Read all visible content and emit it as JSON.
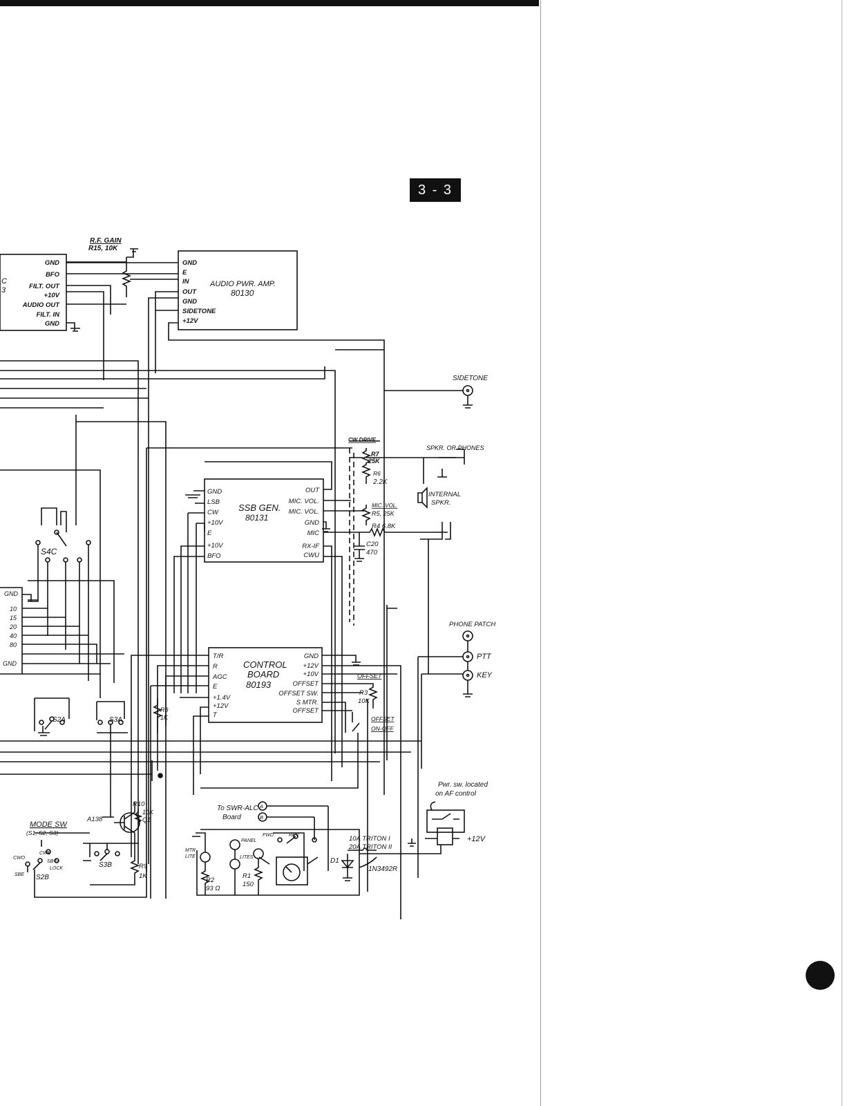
{
  "page_number": "3 - 3",
  "rf_gain": {
    "title": "R.F. GAIN",
    "value": "R15, 10K"
  },
  "left_board": {
    "tail_a": "C",
    "tail_b": "3",
    "pins": [
      "GND",
      "BFO",
      "FILT. OUT",
      "+10V",
      "AUDIO OUT",
      "FILT. IN",
      "GND"
    ]
  },
  "audio_amp": {
    "name": "AUDIO PWR. AMP.",
    "number": "80130",
    "pins": [
      "GND",
      "E",
      "IN",
      "OUT",
      "GND",
      "SIDETONE",
      "+12V"
    ]
  },
  "sidetone": "SIDETONE",
  "cw_drive": "CW DRIVE",
  "r7": [
    "R7",
    "25K"
  ],
  "r6": [
    "R6",
    "2.2K"
  ],
  "spkr_phones": "SPKR. OR PHONES",
  "internal_spkr": [
    "INTERNAL",
    "SPKR."
  ],
  "ssb_gen": {
    "name": "SSB GEN.",
    "number": "80131",
    "left_pins": [
      "GND",
      "LSB",
      "CW",
      "+10V",
      "E",
      "+10V",
      "BFO"
    ],
    "right_pins": [
      "OUT",
      "MIC. VOL.",
      "MIC. VOL.",
      "GND",
      "MIC",
      "RX-IF",
      "CWU"
    ]
  },
  "mic_vol": [
    "MIC. VOL.",
    "R5, 25K"
  ],
  "r4": "R4 6.8K",
  "c20": [
    "C20",
    "470"
  ],
  "s4c": "S4C",
  "band_board": {
    "pins": [
      "GND",
      "10",
      "15",
      "20",
      "40",
      "80",
      "GND"
    ]
  },
  "phone_patch": {
    "title": "PHONE PATCH",
    "ptt": "PTT",
    "key": "KEY"
  },
  "control_board": {
    "name_a": "CONTROL",
    "name_b": "BOARD",
    "number": "80193",
    "left_pins": [
      "T/R",
      "R",
      "AGC",
      "E",
      "+1.4V",
      "+12V",
      "T"
    ],
    "right_pins": [
      "GND",
      "+12V",
      "+10V",
      "OFFSET",
      "OFFSET SW.",
      "S MTR.",
      "OFFSET"
    ]
  },
  "offset": "OFFSET",
  "r3": [
    "R3",
    "10K"
  ],
  "offset_onoff": [
    "OFFSET",
    "ON-OFF"
  ],
  "s2a": "S2A",
  "s3a": "S3A",
  "r8": [
    "R8",
    "1K"
  ],
  "pwr_sw": [
    "Pwr. sw. located",
    "on AF control"
  ],
  "plus12v": "+12V",
  "swr_alc": [
    "To SWR-ALC",
    "Board"
  ],
  "terminal_a": "A",
  "terminal_b": "B",
  "fwd": "FWD",
  "rev": "REV",
  "fuse": [
    "10A TRITON I",
    "20A TRITON II"
  ],
  "d1": "D1",
  "diode": "1N3492R",
  "mtr_lite": [
    "MTR",
    "LITE"
  ],
  "r2": [
    "R2",
    "93 Ω"
  ],
  "panel_lites": [
    "PANEL",
    "LITES"
  ],
  "r1": [
    "R1",
    "150"
  ],
  "mode_sw": {
    "title": "MODE SW",
    "sub": "(S1, S2, S3)"
  },
  "a138": "A138",
  "r10": [
    "R10",
    "10K",
    "Q1"
  ],
  "s3b": "S3B",
  "r9": [
    "R9",
    "1K"
  ],
  "s2b": [
    "S2B",
    "CWO",
    "CWE",
    "SB-N",
    "LOCK",
    "SBE"
  ]
}
